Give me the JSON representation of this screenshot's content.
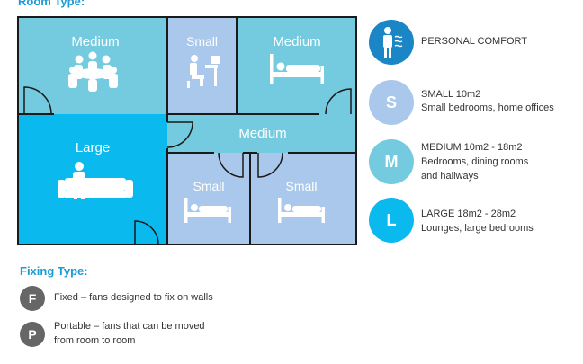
{
  "room_type_title": "Room Type:",
  "rooms": {
    "medium_meeting": "Medium",
    "small_office": "Small",
    "medium_bedroom": "Medium",
    "medium_hall": "Medium",
    "large_lounge": "Large",
    "small_bed_1": "Small",
    "small_bed_2": "Small"
  },
  "legend": {
    "personal": {
      "label": "PERSONAL COMFORT",
      "color": "#1a86c6"
    },
    "small": {
      "letter": "S",
      "title": "SMALL 10m2",
      "desc": "Small bedrooms, home offices",
      "color": "#a9c8ec"
    },
    "medium": {
      "letter": "M",
      "title": "MEDIUM 10m2 - 18m2",
      "desc1": "Bedrooms, dining rooms",
      "desc2": "and hallways",
      "color": "#74cbe0"
    },
    "large": {
      "letter": "L",
      "title": "LARGE 18m2 - 28m2",
      "desc": "Lounges, large bedrooms",
      "color": "#0ab9ee"
    }
  },
  "fixing_title": "Fixing Type:",
  "fixing": {
    "fixed": {
      "letter": "F",
      "desc": "Fixed – fans designed to fix on walls"
    },
    "portable": {
      "letter": "P",
      "desc1": "Portable – fans that can be moved",
      "desc2": "from room to room"
    }
  },
  "colors": {
    "small": "#a9c8ec",
    "medium": "#74cbe0",
    "large": "#0ab9ee",
    "wall": "#1a1a1a",
    "gray": "#666666"
  }
}
